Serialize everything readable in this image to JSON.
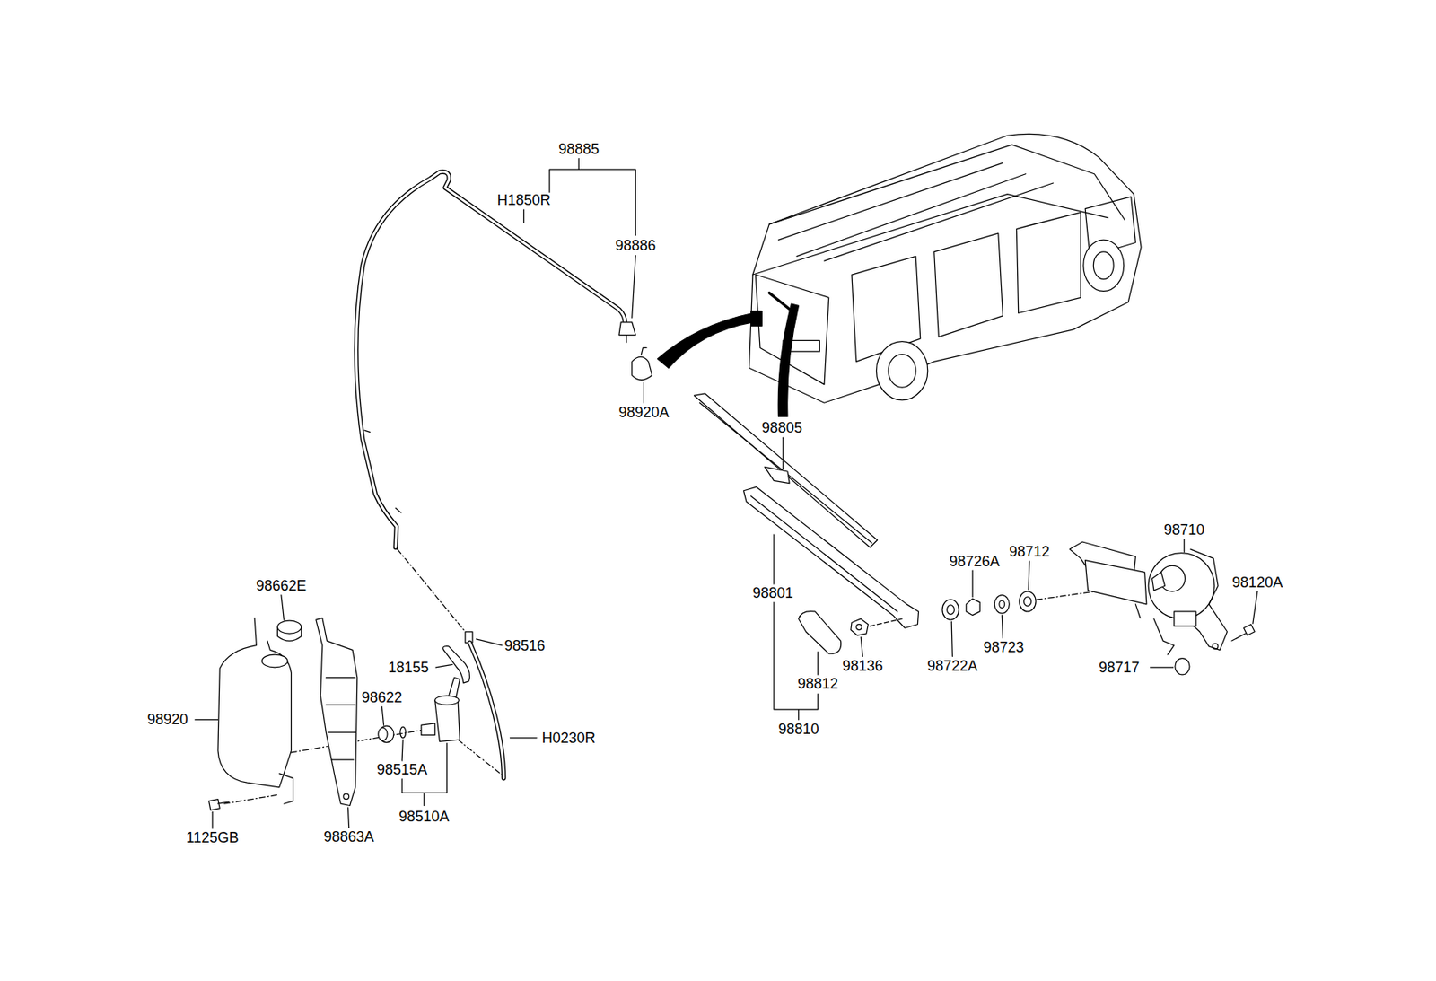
{
  "diagram": {
    "labels": [
      "98885",
      "H1850R",
      "98886",
      "98920A",
      "98805",
      "98710",
      "98712",
      "98726A",
      "98120A",
      "98801",
      "98662E",
      "98516",
      "98723",
      "98136",
      "98722A",
      "98717",
      "18155",
      "98622",
      "98812",
      "98920",
      "H0230R",
      "98515A",
      "98810",
      "98510A",
      "1125GB",
      "98863A"
    ]
  }
}
